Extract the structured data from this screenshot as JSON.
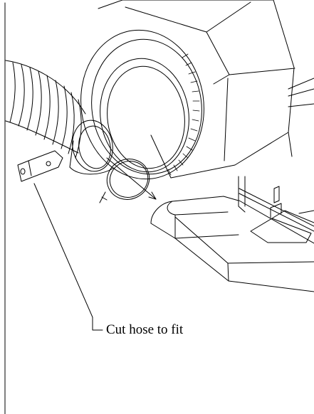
{
  "diagram": {
    "callout_text": "Cut hose to fit",
    "line_color": "#000000",
    "background_color": "#ffffff",
    "parts": [
      "hose-fitting-bracket",
      "flexible-hose",
      "hose-cuff",
      "hose-clamp",
      "dust-hood",
      "blower-housing",
      "discharge-chute",
      "machine-frame",
      "frame-border"
    ]
  }
}
